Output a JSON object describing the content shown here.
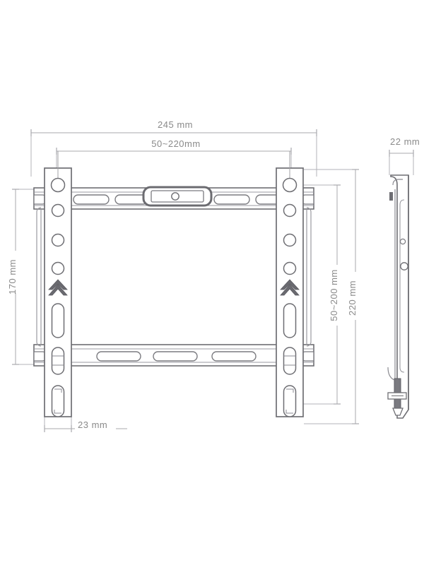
{
  "drawing": {
    "title": "TV Wall Mount Bracket Technical Drawing",
    "view_front": "front-view",
    "view_side": "side-view",
    "colors": {
      "outline": "#6e6e73",
      "outline_light": "#9a9aa0",
      "dimension_line": "#a8a8ae",
      "text": "#8a8a8a",
      "accent_dark": "#5a5a60",
      "background": "#ffffff"
    }
  },
  "dimensions": {
    "overall_width": "245 mm",
    "pattern_width": "50~220mm",
    "plate_height": "170 mm",
    "pattern_height": "50~200 mm",
    "arm_height": "220 mm",
    "arm_width": "23 mm",
    "depth": "22 mm"
  },
  "labels": {
    "top_outer": "245 mm",
    "top_inner": "50~220mm",
    "left_vertical": "170 mm",
    "right_inner_vertical": "50~200 mm",
    "right_outer_vertical": "220 mm",
    "bottom_left": "23 mm",
    "side_depth": "22 mm"
  },
  "features": {
    "bubble_level": "bubble-level",
    "up_arrow": "up-arrow-marker",
    "round_holes_per_arm": 4,
    "top_rail_slots": 4,
    "bottom_rail_slots": 3,
    "side_hook": "wall-hook"
  }
}
